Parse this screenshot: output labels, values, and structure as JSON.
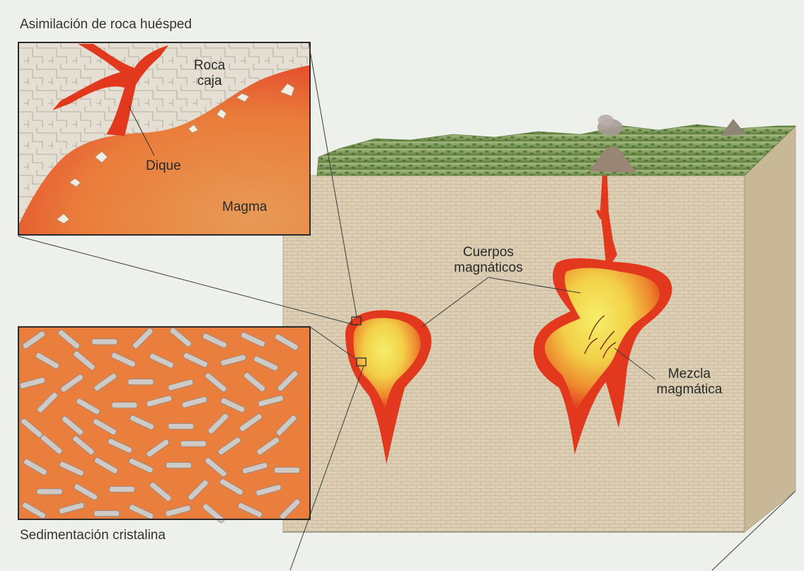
{
  "labels": {
    "assimilation_title": "Asimilación de roca huésped",
    "host_rock_line1": "Roca",
    "host_rock_line2": "caja",
    "dike": "Dique",
    "magma": "Magma",
    "magma_bodies_line1": "Cuerpos",
    "magma_bodies_line2": "magnáticos",
    "mixing_line1": "Mezcla",
    "mixing_line2": "magmática",
    "settling_title": "Sedimentación cristalina"
  },
  "colors": {
    "magma_orange": "#e8763a",
    "magma_red": "#e23a1f",
    "magma_yellow": "#f4e45a",
    "host_rock": "#e2dccd",
    "block_front": "#d9ccb4",
    "block_side": "#c9b99b",
    "vegetation": "#7e9a5a"
  }
}
